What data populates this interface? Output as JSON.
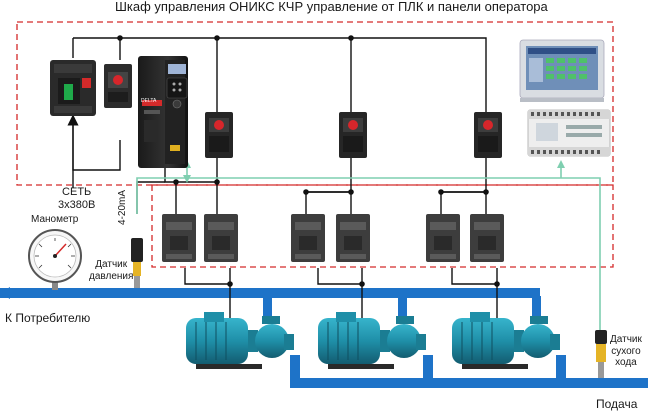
{
  "title": "Шкаф управления ОНИКС КЧР управление от ПЛК и панели оператора",
  "labels": {
    "network_line1": "СЕТЬ",
    "network_line2": "3х380В",
    "manometer": "Манометр",
    "signal": "4-20mA",
    "pressure_sensor_line1": "Датчик",
    "pressure_sensor_line2": "давления",
    "consumer": "К Потребителю",
    "dry_run_line1": "Датчик",
    "dry_run_line2": "сухого",
    "dry_run_line3": "хода",
    "supply": "Подача"
  },
  "vfd_brand": "DELTA",
  "colors": {
    "cabinet_border": "#d42a2a",
    "power_wire": "#111111",
    "signal_wire": "#7fcfb0",
    "pipe": "#1e73c8",
    "motor": "#1f8fa8",
    "device_dark": "#2b2b2b",
    "relay_red": "#d7262b",
    "contactor": "#3d3d3d"
  }
}
